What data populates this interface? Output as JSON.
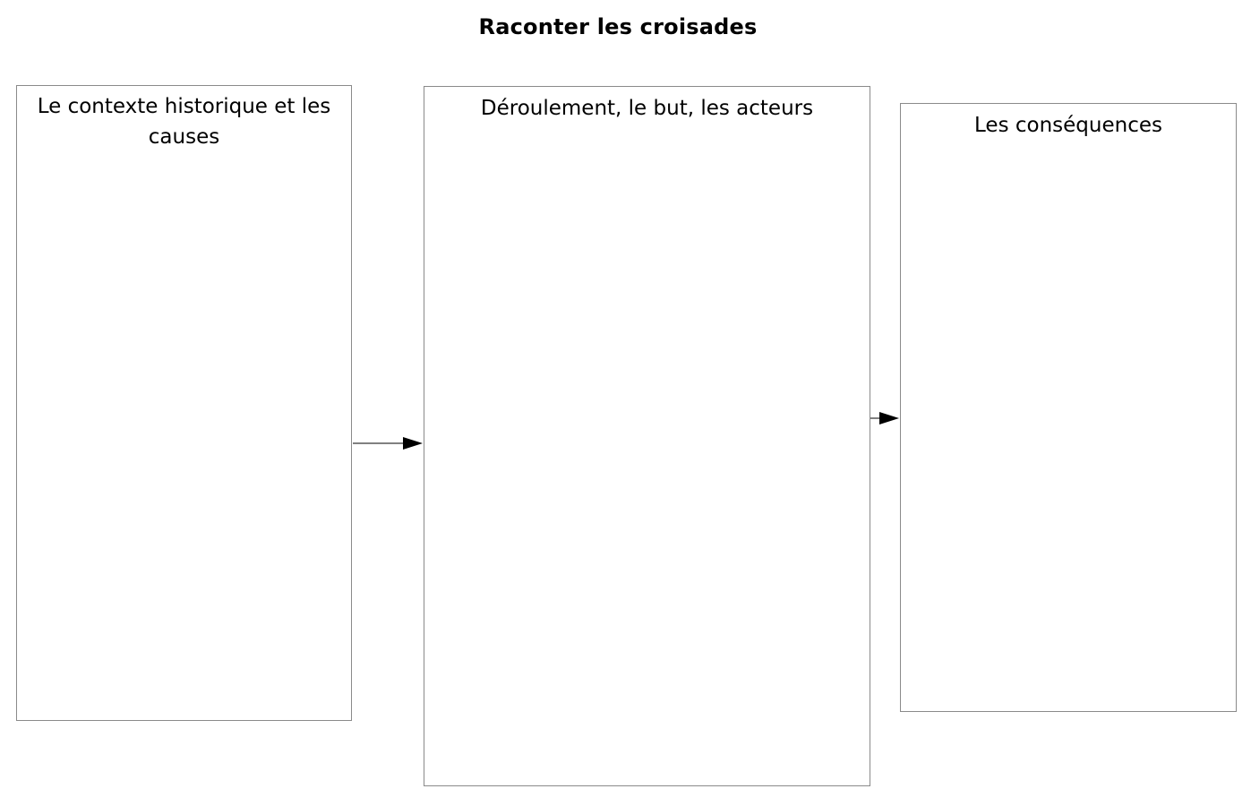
{
  "title": "Raconter les croisades",
  "boxes": [
    {
      "label": "Le contexte historique et les causes"
    },
    {
      "label": "Déroulement, le but, les acteurs"
    },
    {
      "label": "Les conséquences"
    }
  ],
  "connectors": [
    {
      "from": "Le contexte historique et les causes",
      "to": "Déroulement, le but, les acteurs"
    },
    {
      "from": "Déroulement, le but, les acteurs",
      "to": "Les conséquences"
    }
  ]
}
